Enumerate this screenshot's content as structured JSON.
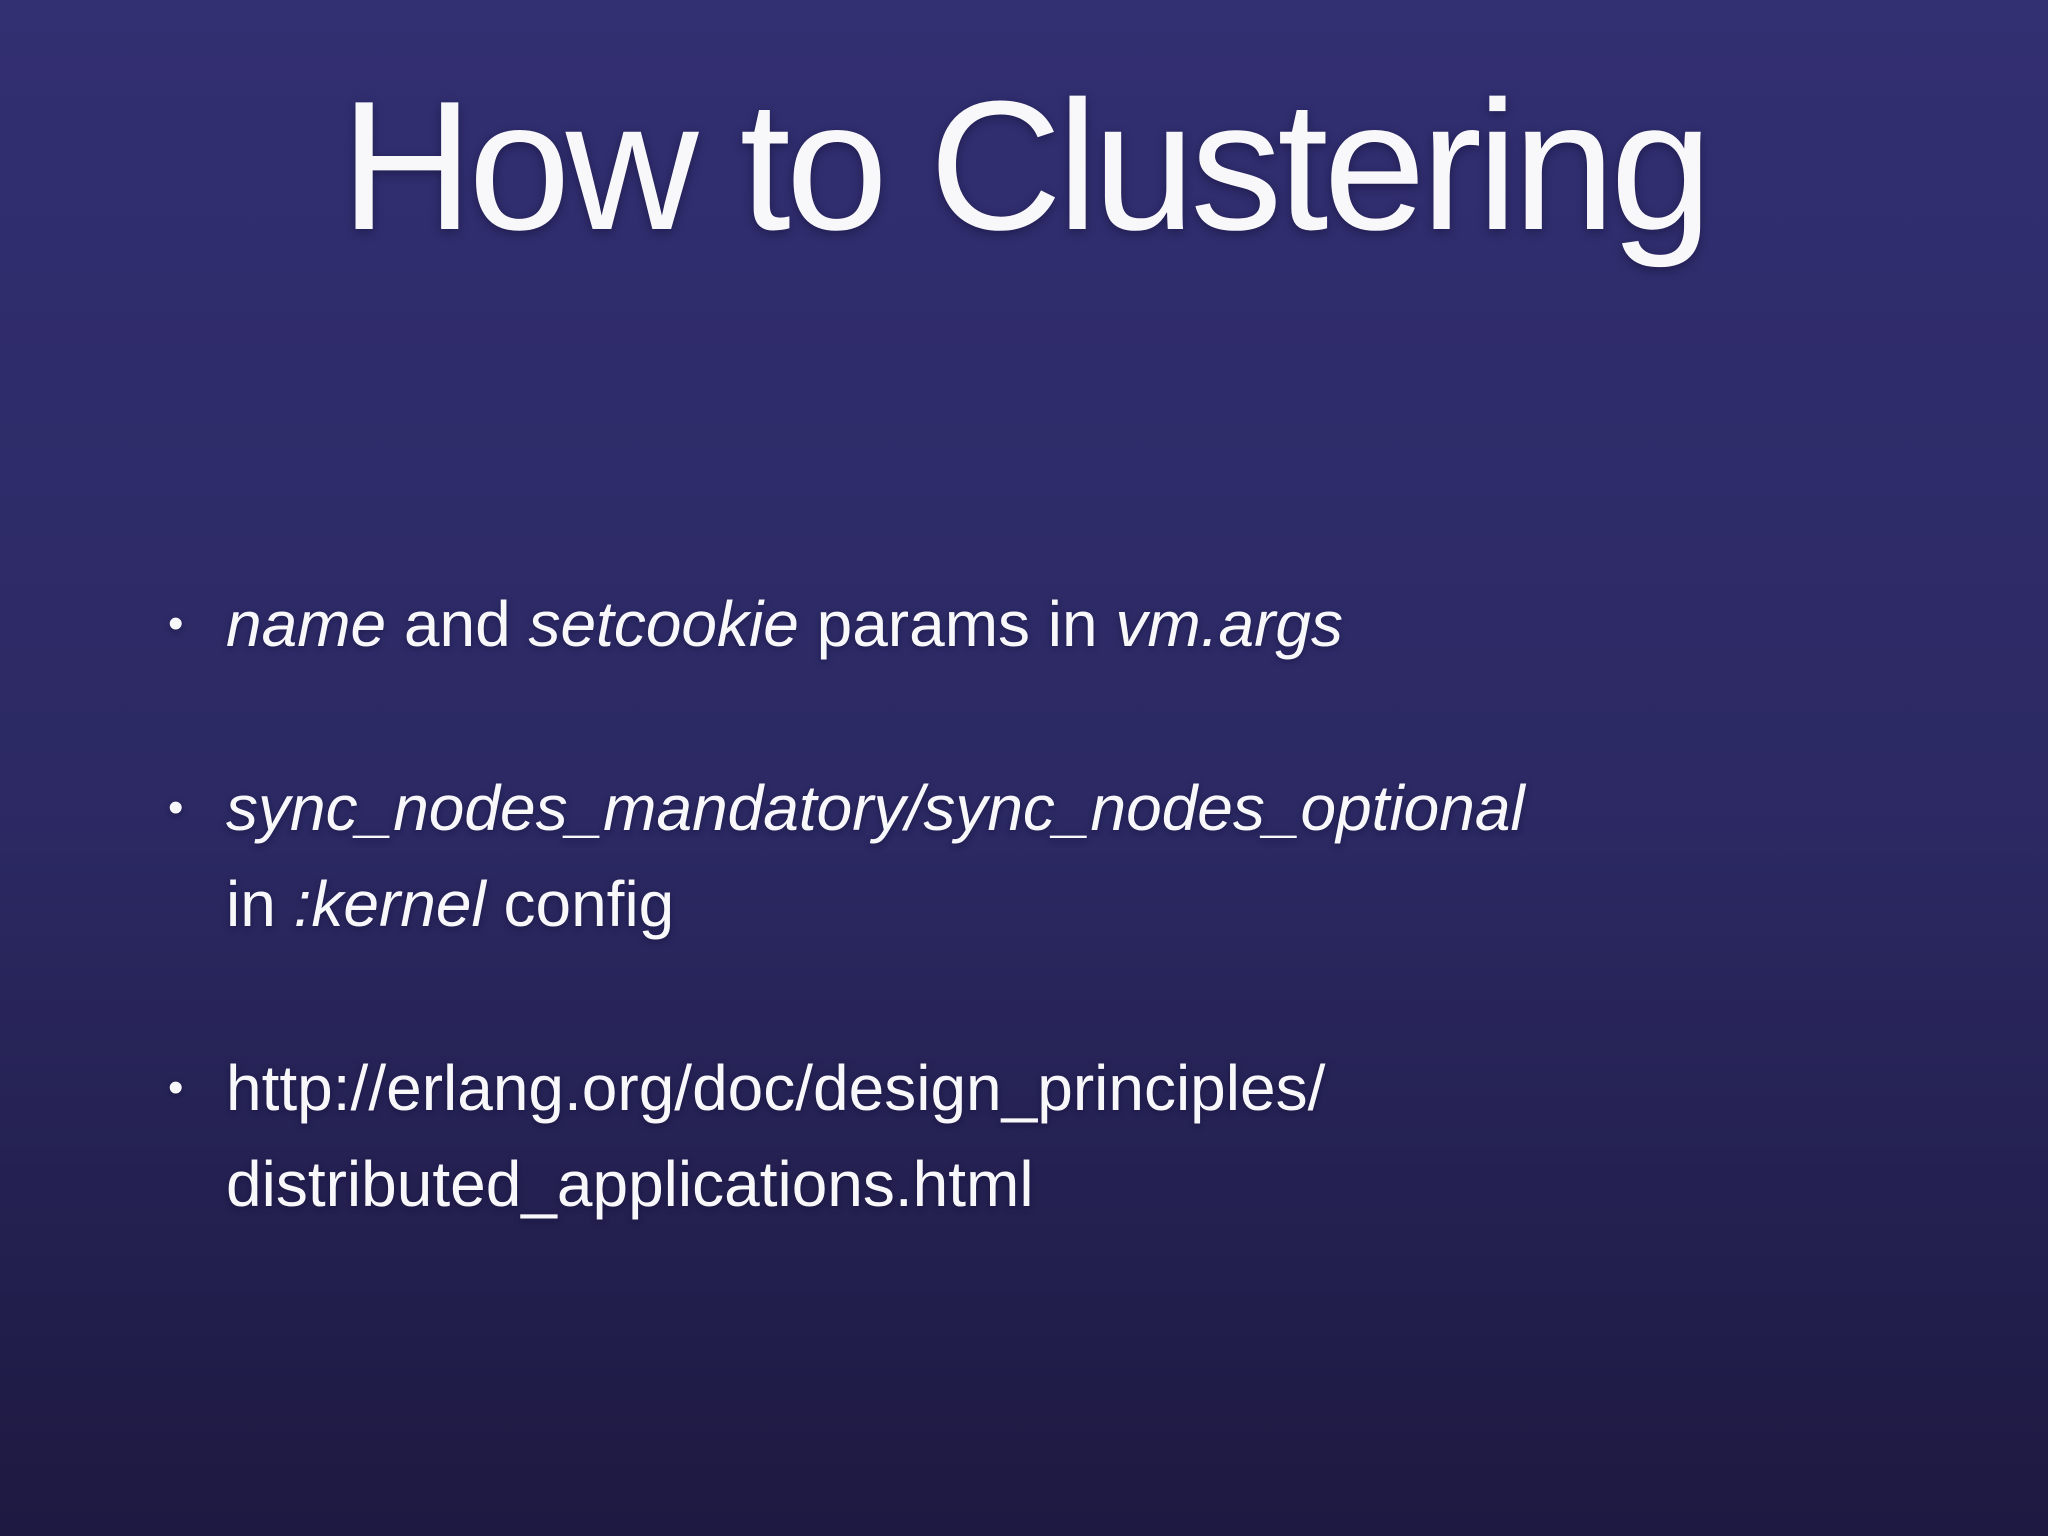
{
  "slide": {
    "title": "How to Clustering",
    "bullet_char": "•",
    "bullets": [
      {
        "segments": [
          {
            "text": "name",
            "italic": true
          },
          {
            "text": " and ",
            "italic": false
          },
          {
            "text": "setcookie",
            "italic": true
          },
          {
            "text": " params in ",
            "italic": false
          },
          {
            "text": "vm.args",
            "italic": true
          }
        ]
      },
      {
        "segments": [
          {
            "text": "sync_nodes_mandatory/sync_nodes_optional",
            "italic": true
          },
          {
            "text": "\nin ",
            "italic": false
          },
          {
            "text": ":kernel",
            "italic": true
          },
          {
            "text": " config",
            "italic": false
          }
        ]
      },
      {
        "segments": [
          {
            "text": "http://erlang.org/doc/design_principles/\ndistributed_applications.html",
            "italic": false
          }
        ]
      }
    ],
    "colors": {
      "background_top": "#322f72",
      "background_mid": "#2c2964",
      "background_bottom": "#1d1941",
      "text": "#f8f8fb"
    }
  }
}
